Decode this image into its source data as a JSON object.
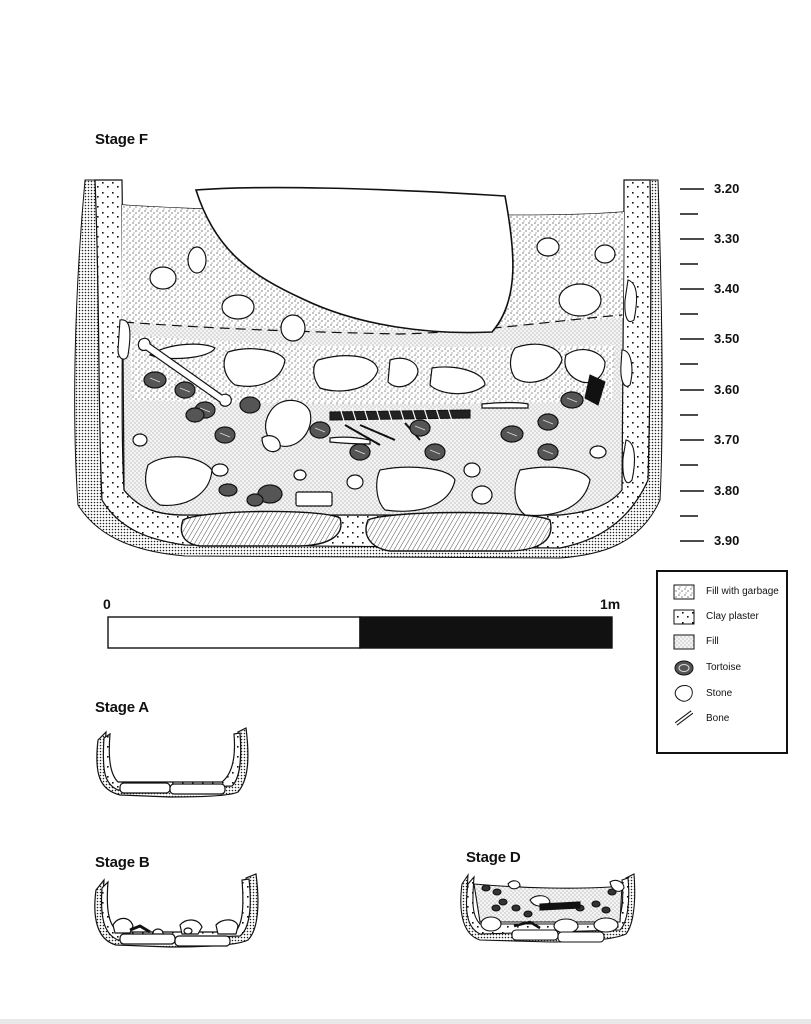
{
  "labels": {
    "stage_f": "Stage F",
    "stage_a": "Stage A",
    "stage_b": "Stage B",
    "stage_d": "Stage D"
  },
  "depths": [
    "3.20",
    "3.30",
    "3.40",
    "3.50",
    "3.60",
    "3.70",
    "3.80",
    "3.90"
  ],
  "scale_bar": {
    "start": "0",
    "end": "1m"
  },
  "legend": [
    {
      "label": "Fill with garbage",
      "icon": "fill-with-garbage-swatch"
    },
    {
      "label": "Clay plaster",
      "icon": "clay-plaster-swatch"
    },
    {
      "label": "Fill",
      "icon": "fill-swatch"
    },
    {
      "label": "Tortoise",
      "icon": "tortoise-icon"
    },
    {
      "label": "Stone",
      "icon": "stone-icon"
    },
    {
      "label": "Bone",
      "icon": "bone-icon"
    }
  ],
  "colors": {
    "ink": "#111111",
    "paper": "#ffffff",
    "stipple": "#555555"
  }
}
